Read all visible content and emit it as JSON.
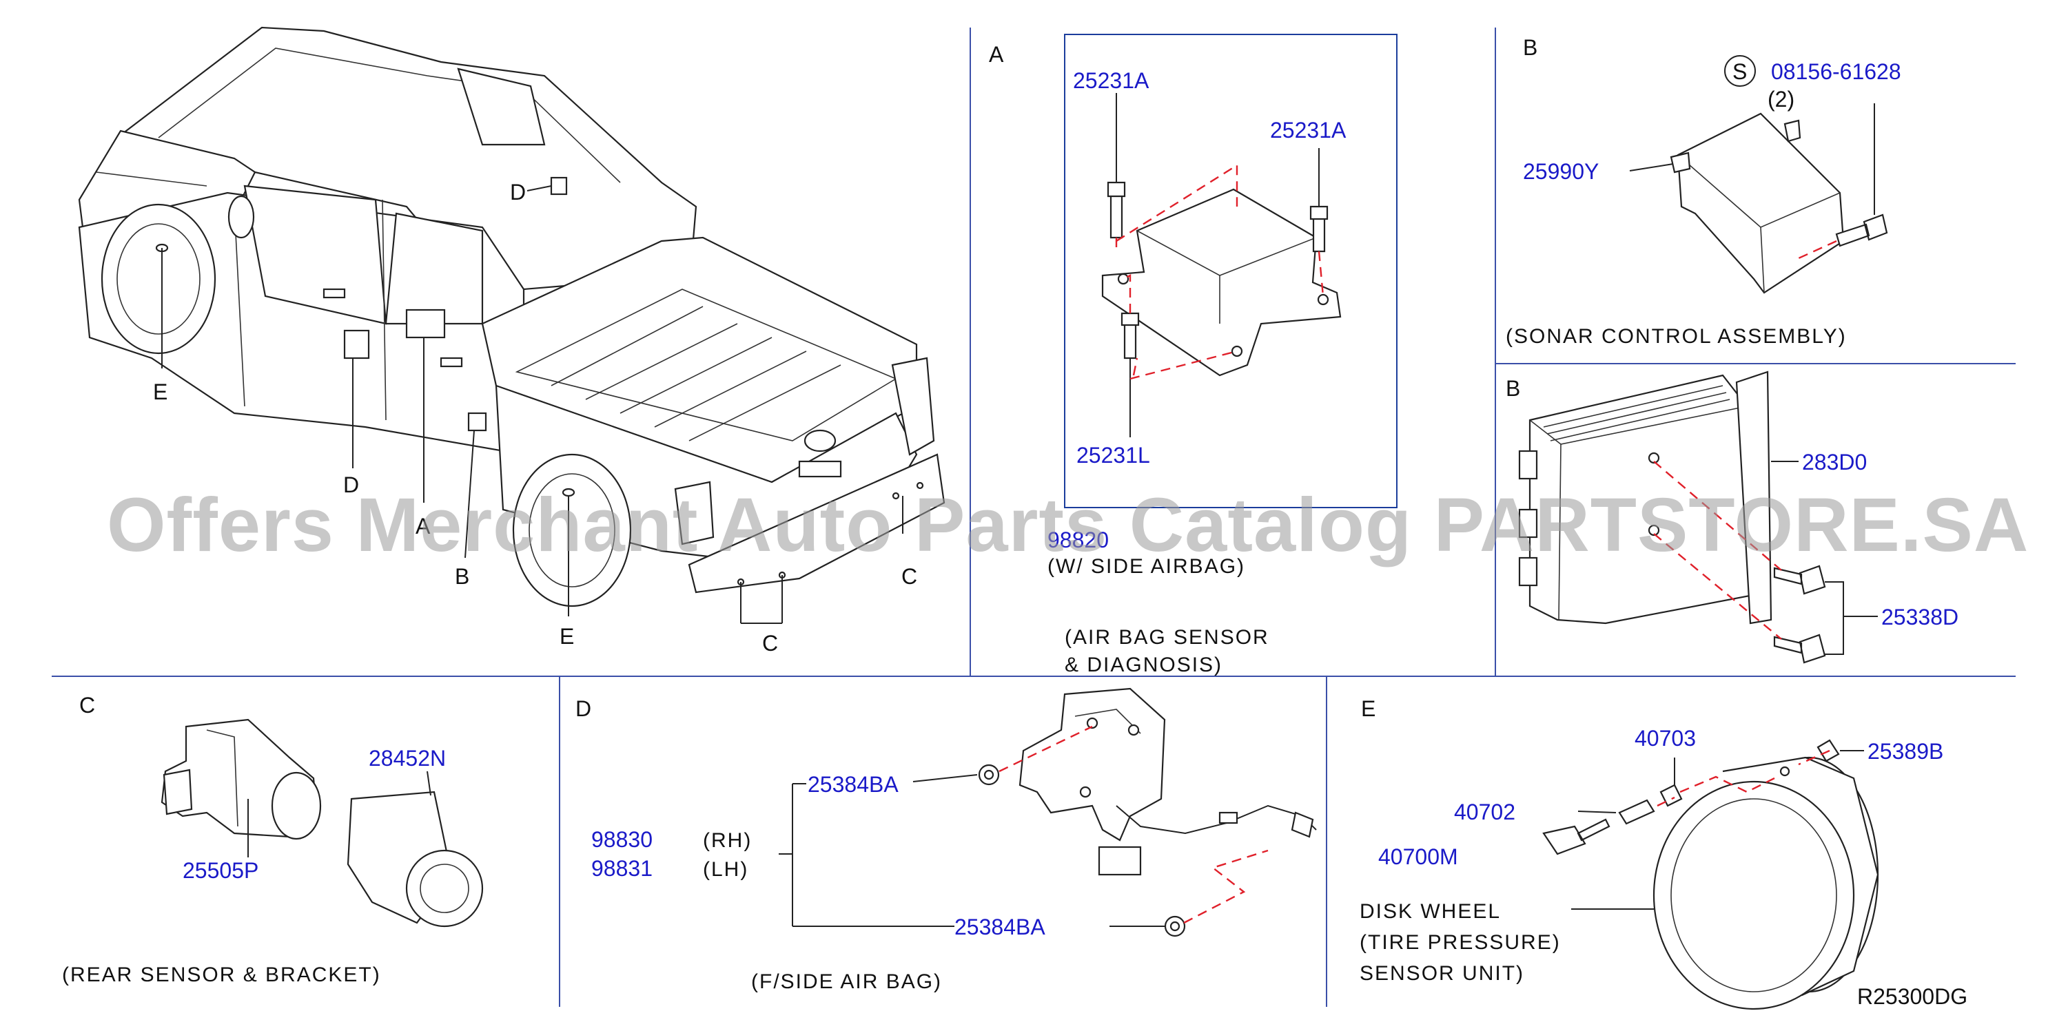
{
  "sections": {
    "a": {
      "letter": "A",
      "part_25231a_top": "25231A",
      "part_25231a_right": "25231A",
      "part_25231l": "25231L",
      "part_982": "98820",
      "note_airbag": "(W/  SIDE  AIRBAG)",
      "caption_line1": "(AIR  BAG  SENSOR",
      "caption_line2": "&  DIAGNOSIS)"
    },
    "b_top": {
      "letter": "B",
      "s_symbol": "S",
      "part_bolt": "08156-61628",
      "qty": "(2)",
      "part_25990y": "25990Y",
      "caption": "(SONAR  CONTROL  ASSEMBLY)"
    },
    "b_bottom": {
      "letter": "B",
      "part_283d0": "283D0",
      "part_25338d": "25338D"
    },
    "c": {
      "letter": "C",
      "part_28452n": "28452N",
      "part_25505p": "25505P",
      "caption": "(REAR  SENSOR  &  BRACKET)"
    },
    "d": {
      "letter": "D",
      "part_25384ba_top": "25384BA",
      "part_25384ba_bottom": "25384BA",
      "part_98830": "98830",
      "part_98831": "98831",
      "side_rh": "(RH)",
      "side_lh": "(LH)",
      "caption": "(F/SIDE  AIR  BAG)"
    },
    "e": {
      "letter": "E",
      "part_40703": "40703",
      "part_40702": "40702",
      "part_40700m": "40700M",
      "part_25389b": "25389B",
      "caption_line1": "DISK  WHEEL",
      "caption_line2": "(TIRE  PRESSURE)",
      "caption_line3": "SENSOR  UNIT)"
    }
  },
  "truck_callouts": {
    "d_roof": "D",
    "e_front": "E",
    "d_door": "D",
    "a_door": "A",
    "b_rear": "B",
    "e_rear": "E",
    "c_bumper_right": "C",
    "c_bumper_bottom": "C"
  },
  "diagram_code": "R25300DG",
  "watermark": "Offers Merchant Auto Parts Catalog PARTSTORE.SA",
  "colors": {
    "part_number": "#1a1ac8",
    "dashed_lines": "#e0202a",
    "frame_lines": "#1b3d9c",
    "watermark": "#9a9a9a"
  }
}
